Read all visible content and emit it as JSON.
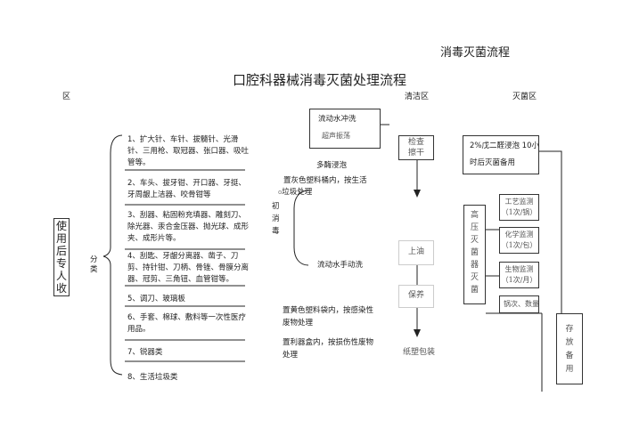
{
  "page_title": "消毒灭菌流程",
  "main_title": "口腔科器械消毒灭菌处理流程",
  "zones": {
    "left": "区",
    "clean": "清洁区",
    "sterile": "灭菌区"
  },
  "left": {
    "receive_chars": [
      "使",
      "用",
      "后",
      "专",
      "人",
      "收"
    ],
    "classify_chars": [
      "分",
      "类"
    ]
  },
  "categories": [
    "1、扩大针、车针、拔髓针、光滑针、三用枪、取冠器、张口器、吸吐管等。",
    "2、车头、拔牙钳、开口器、牙挺、牙周龈上洁器、咬骨钳等",
    "3、刮器、粘固粉充填器、雕刻刀、除光器、汞合金压器、抛光球、成形夹、成形片等。",
    "4、刮匙、牙龈分离器、凿子、刀剪、持针钳、刀柄、骨锉、骨膜分离器、冠剪、三角钮、血管钳等。",
    "5、调刀、玻璃板",
    "6、手套、棉球、敷料等一次性医疗用品。",
    "7、锐器类",
    "8、生活垃圾类"
  ],
  "middle": {
    "wash_title": "流动水冲洗",
    "wash_sub": "超声振荡",
    "enzyme": "多酶浸泡",
    "grey_bag": "置灰色塑料桶内，按生活",
    "garbage_line": "垃圾处理",
    "garbage_prefix": "o",
    "disinfect_chars": [
      "初",
      "消",
      "毒"
    ],
    "hand_wash": "流动水手动洗",
    "yellow_bag": "置黄色塑料袋内，按感染性废物处理",
    "sharps_box": "置利器盒内，按损伤性废物处理"
  },
  "clean_zone": {
    "inspect": [
      "检查",
      "擦干"
    ],
    "oil": "上油",
    "maintain": "保养",
    "pack": "纸塑包装"
  },
  "sterile_zone": {
    "chem_soak_line1": "2%戊二醛浸泡  10小",
    "chem_soak_line2": "时后灭菌备用",
    "autoclave": "高压灭菌器灭菌",
    "process_monitor": [
      "工艺监测",
      "（1次/锅）"
    ],
    "chem_monitor": [
      "化学监测",
      "（1次/包）"
    ],
    "bio_monitor": [
      "生物监测",
      "（1次/月）"
    ],
    "batch": "锅次、数量",
    "storage": "存放备用"
  }
}
